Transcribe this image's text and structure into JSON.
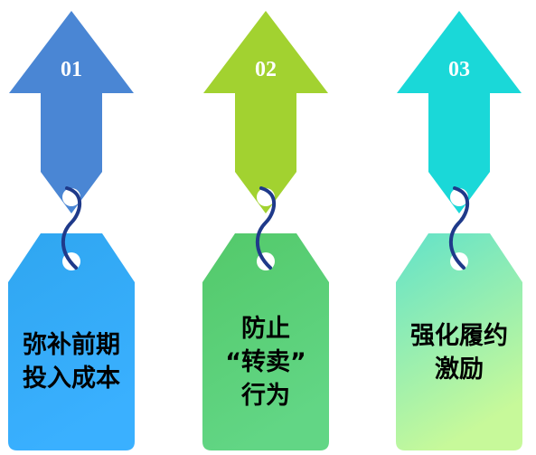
{
  "steps": [
    {
      "number": "01",
      "lines": [
        "弥补前期",
        "投入成本"
      ],
      "arrow_color": "#4a86d4",
      "tag_color_top": "#2fa6f0",
      "tag_color_bottom": "#3ab0ff",
      "hook_color": "#1f3a8a"
    },
    {
      "number": "02",
      "lines": [
        "防止",
        "“转卖”",
        "行为"
      ],
      "arrow_color": "#a2d230",
      "tag_color_top": "#53c96a",
      "tag_color_bottom": "#62d685",
      "hook_color": "#1f3a8a"
    },
    {
      "number": "03",
      "lines": [
        "强化履约",
        "激励"
      ],
      "arrow_color": "#1ad8d8",
      "tag_color_top": "#62e2c9",
      "tag_color_bottom": "#c7f99a",
      "hook_color": "#1f3a8a"
    }
  ]
}
